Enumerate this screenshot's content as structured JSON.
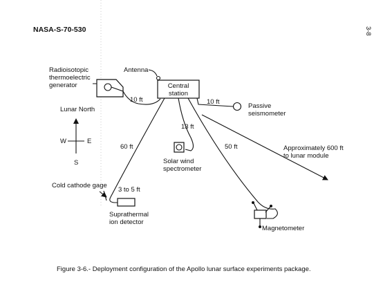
{
  "header": {
    "doc_id": "NASA-S-70-530",
    "page_number": "3-8"
  },
  "diagram": {
    "central_station": [
      "Central",
      "station"
    ],
    "antenna": "Antenna",
    "rtg": [
      "Radioisotopic",
      "thermoelectric",
      "generator"
    ],
    "lunar_north": "Lunar North",
    "compass": {
      "w": "W",
      "e": "E",
      "s": "S"
    },
    "passive_seismometer": [
      "Passive",
      "seismometer"
    ],
    "solar_wind_spectrometer": [
      "Solar wind",
      "spectrometer"
    ],
    "cold_cathode_gage": "Cold cathode gage",
    "suprathermal_ion_detector": [
      "Suprathermal",
      "ion detector"
    ],
    "magnetometer": "Magnetometer",
    "lunar_module_note": [
      "Approximately 600 ft",
      "to lunar module"
    ],
    "distances": {
      "rtg": "10 ft",
      "seismometer": "10 ft",
      "solar_wind": "13 ft",
      "ion_detector": "60 ft",
      "magnetometer": "50 ft",
      "cold_cathode": "3 to 5 ft"
    }
  },
  "caption": "Figure 3-6.-  Deployment configuration of the Apollo lunar surface experiments package."
}
